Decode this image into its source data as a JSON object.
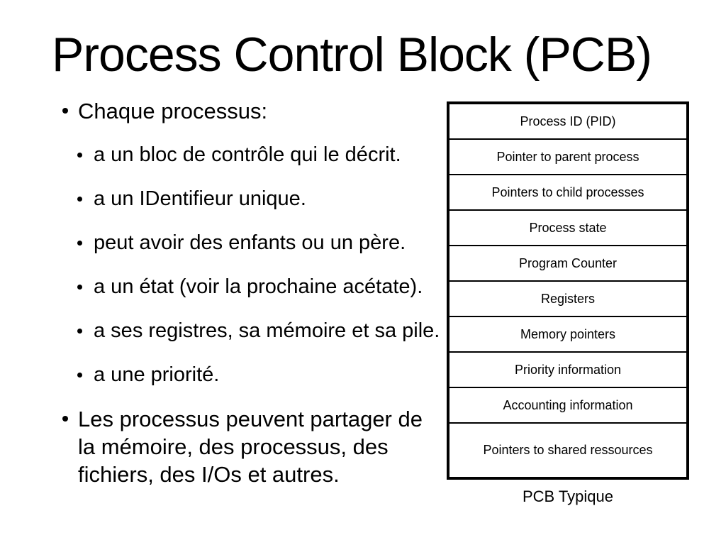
{
  "slide": {
    "title": "Process Control Block (PCB)",
    "bullets": [
      {
        "level": 1,
        "text": "Chaque processus:"
      },
      {
        "level": 2,
        "text": "a un bloc de contrôle qui le décrit."
      },
      {
        "level": 2,
        "text": "a un IDentifieur unique."
      },
      {
        "level": 2,
        "text": "peut avoir des enfants ou un père."
      },
      {
        "level": 2,
        "text": "a un état (voir la prochaine acétate)."
      },
      {
        "level": 2,
        "text": "a ses registres, sa mémoire et sa pile."
      },
      {
        "level": 2,
        "text": "a une priorité."
      },
      {
        "level": 1,
        "text": "Les processus peuvent partager de la mémoire, des processus, des fichiers, des I/Os et autres."
      }
    ],
    "pcb_diagram": {
      "rows": [
        "Process ID (PID)",
        "Pointer to parent process",
        "Pointers to child processes",
        "Process state",
        "Program Counter",
        "Registers",
        "Memory pointers",
        "Priority information",
        "Accounting information",
        "Pointers to shared ressources"
      ],
      "caption": "PCB Typique"
    },
    "colors": {
      "text": "#000000",
      "background": "#ffffff",
      "border": "#000000"
    }
  }
}
